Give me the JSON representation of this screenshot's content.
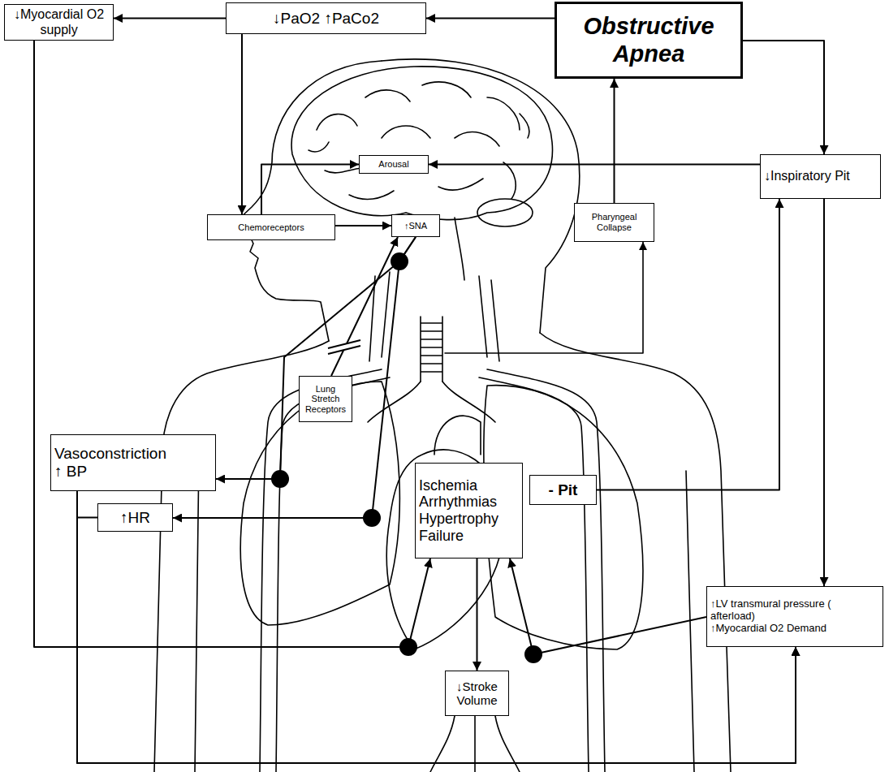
{
  "diagram": {
    "nodes": [
      {
        "text": [
          "↓Myocardial O2 supply"
        ]
      },
      {
        "text": [
          "↓PaO2 ↑PaCo2"
        ]
      },
      {
        "text": [
          "Obstructive Apnea"
        ]
      },
      {
        "text": [
          "Arousal"
        ]
      },
      {
        "text": [
          "↓Inspiratory Pit"
        ]
      },
      {
        "text": [
          "Pharyngeal Collapse"
        ]
      },
      {
        "text": [
          "Chemoreceptors"
        ]
      },
      {
        "text": [
          "↑SNA"
        ]
      },
      {
        "text": [
          "Lung Stretch Receptors"
        ]
      },
      {
        "text": [
          "Vasoconstriction ↑ BP"
        ]
      },
      {
        "text": [
          "- Pit"
        ]
      },
      {
        "text": [
          "↑HR"
        ]
      },
      {
        "text": [
          "Ischemia Arrhythmias Hypertrophy Failure"
        ]
      },
      {
        "text": [
          "↑LV transmural pressure ( afterload)",
          "↑Myocardial O2 Demand"
        ]
      },
      {
        "text": [
          "↓Stroke Volume"
        ]
      }
    ],
    "edges": [
      {
        "from": 2,
        "to": 1,
        "arrow": "to"
      },
      {
        "from": 1,
        "to": 0,
        "arrow": "to"
      },
      {
        "from": 1,
        "to": 6,
        "arrow": "to"
      },
      {
        "from": 6,
        "to": 7,
        "arrow": "to"
      },
      {
        "from": 6,
        "to": 3,
        "arrow": "to"
      },
      {
        "from": 2,
        "to": 4,
        "arrow": "to"
      },
      {
        "from": 4,
        "to": 3,
        "arrow": "to"
      },
      {
        "from": 4,
        "to": 13,
        "arrow": "to"
      },
      {
        "from": 5,
        "to": 2,
        "arrow": "to"
      },
      {
        "from": 8,
        "to": 7,
        "arrow": "to"
      },
      {
        "from": 10,
        "to": 4,
        "arrow": "to"
      },
      {
        "from": 7,
        "to": 9,
        "arrow": "to"
      },
      {
        "from": 7,
        "to": 11,
        "arrow": "to"
      },
      {
        "from": 0,
        "to": 12,
        "arrow": "to"
      },
      {
        "from": 13,
        "to": 12,
        "arrow": "to"
      },
      {
        "from": 9,
        "to": 13,
        "arrow": "to"
      },
      {
        "from": 11,
        "to": 13,
        "arrow": "to"
      },
      {
        "from": 12,
        "to": 14,
        "arrow": "to"
      }
    ]
  }
}
